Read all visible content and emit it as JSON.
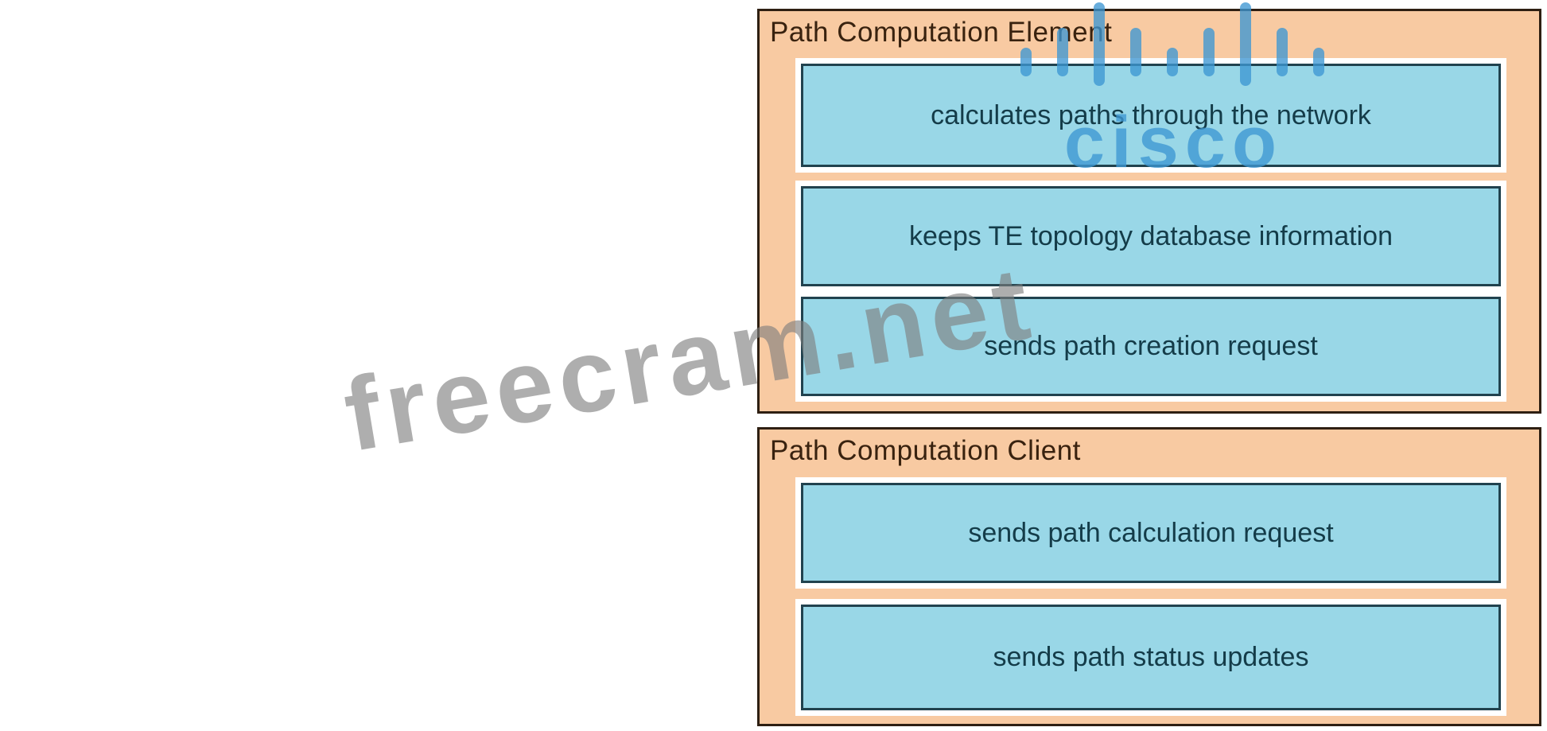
{
  "panels": [
    {
      "title": "Path Computation Element",
      "slots": [
        {
          "boxes": [
            "calculates paths through the network"
          ]
        },
        {
          "boxes": [
            "keeps TE topology database information",
            "sends path creation request"
          ]
        }
      ]
    },
    {
      "title": "Path Computation Client",
      "slots": [
        {
          "boxes": [
            "sends path calculation request"
          ]
        },
        {
          "boxes": [
            "sends path status updates"
          ]
        }
      ]
    }
  ],
  "watermarks": {
    "site": "freecram.net",
    "brand_text": "cisco"
  },
  "colors": {
    "panel_fill": "#F8CAA2",
    "panel_border": "#2E1F12",
    "token_fill": "#99D7E7",
    "token_border": "#21424E",
    "token_text": "#143C49",
    "title_text": "#39220F",
    "cisco_blue": "#3E97D3",
    "watermark_gray": "#7E7E7E"
  }
}
